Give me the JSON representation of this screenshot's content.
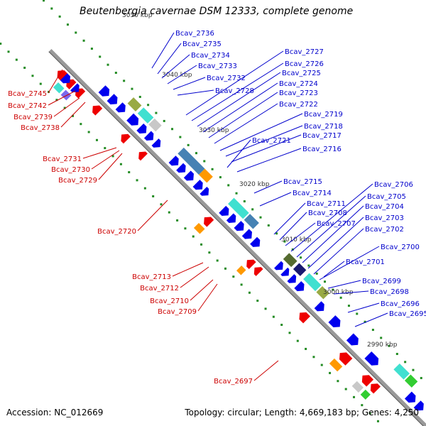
{
  "title": "Beutenbergia cavernae DSM 12333, complete genome",
  "footer": {
    "accession": "Accession: NC_012669",
    "topology": "Topology: circular; Length: 4,669,183 bp; Genes: 4,250"
  },
  "colors": {
    "backbone": "#999999",
    "forward_genes": "#0000ee",
    "reverse_genes": "#ee0000",
    "forward_labels": "#0000cc",
    "reverse_labels": "#cc0000",
    "ticks": "#228b22",
    "cog_teal": "#40e0d0",
    "cog_orange": "#ff9900",
    "cog_grey": "#c8c8c8",
    "cog_olive": "#99aa44"
  },
  "scale_labels": [
    {
      "text": "3050 kbp"
    },
    {
      "text": "3040 kbp"
    },
    {
      "text": "3030 kbp"
    },
    {
      "text": "3020 kbp"
    },
    {
      "text": "3010 kbp"
    },
    {
      "text": "3000 kbp"
    },
    {
      "text": "2990 kbp"
    }
  ],
  "forward_gene_labels": [
    {
      "text": "Bcav_2736"
    },
    {
      "text": "Bcav_2735"
    },
    {
      "text": "Bcav_2734"
    },
    {
      "text": "Bcav_2733"
    },
    {
      "text": "Bcav_2732"
    },
    {
      "text": "Bcav_2728"
    },
    {
      "text": "Bcav_2727"
    },
    {
      "text": "Bcav_2726"
    },
    {
      "text": "Bcav_2725"
    },
    {
      "text": "Bcav_2724"
    },
    {
      "text": "Bcav_2723"
    },
    {
      "text": "Bcav_2722"
    },
    {
      "text": "Bcav_2719"
    },
    {
      "text": "Bcav_2718"
    },
    {
      "text": "Bcav_2721"
    },
    {
      "text": "Bcav_2717"
    },
    {
      "text": "Bcav_2716"
    },
    {
      "text": "Bcav_2715"
    },
    {
      "text": "Bcav_2714"
    },
    {
      "text": "Bcav_2711"
    },
    {
      "text": "Bcav_2708"
    },
    {
      "text": "Bcav_2707"
    },
    {
      "text": "Bcav_2706"
    },
    {
      "text": "Bcav_2705"
    },
    {
      "text": "Bcav_2704"
    },
    {
      "text": "Bcav_2703"
    },
    {
      "text": "Bcav_2702"
    },
    {
      "text": "Bcav_2700"
    },
    {
      "text": "Bcav_2701"
    },
    {
      "text": "Bcav_2699"
    },
    {
      "text": "Bcav_2698"
    },
    {
      "text": "Bcav_2696"
    },
    {
      "text": "Bcav_2695"
    }
  ],
  "reverse_gene_labels": [
    {
      "text": "Bcav_2745"
    },
    {
      "text": "Bcav_2742"
    },
    {
      "text": "Bcav_2739"
    },
    {
      "text": "Bcav_2738"
    },
    {
      "text": "Bcav_2731"
    },
    {
      "text": "Bcav_2730"
    },
    {
      "text": "Bcav_2729"
    },
    {
      "text": "Bcav_2720"
    },
    {
      "text": "Bcav_2713"
    },
    {
      "text": "Bcav_2712"
    },
    {
      "text": "Bcav_2710"
    },
    {
      "text": "Bcav_2709"
    },
    {
      "text": "Bcav_2697"
    }
  ]
}
